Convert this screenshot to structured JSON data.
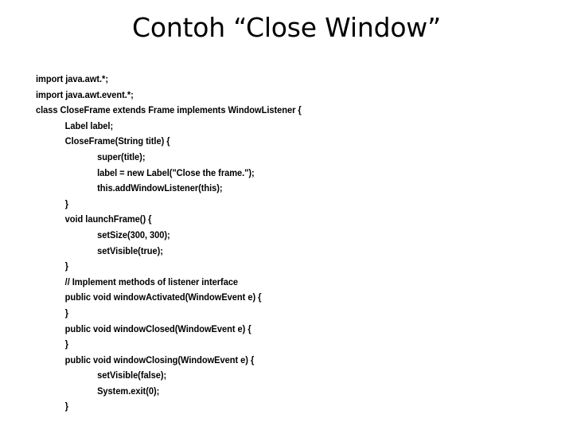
{
  "slide": {
    "title": "Contoh “Close Window”",
    "background_color": "#ffffff",
    "text_color": "#000000"
  },
  "code": {
    "language": "java",
    "lines": [
      {
        "indent": 0,
        "text": "import java.awt.*;"
      },
      {
        "indent": 0,
        "text": "import java.awt.event.*;"
      },
      {
        "indent": 0,
        "text": "class CloseFrame extends Frame implements WindowListener {"
      },
      {
        "indent": 1,
        "text": "Label label;"
      },
      {
        "indent": 1,
        "text": "CloseFrame(String title) {"
      },
      {
        "indent": 2,
        "text": "super(title);"
      },
      {
        "indent": 2,
        "text": "label = new Label(\"Close the frame.\");"
      },
      {
        "indent": 2,
        "text": "this.addWindowListener(this);"
      },
      {
        "indent": 1,
        "text": "}"
      },
      {
        "indent": 1,
        "text": "void launchFrame() {"
      },
      {
        "indent": 2,
        "text": "setSize(300, 300);"
      },
      {
        "indent": 2,
        "text": "setVisible(true);"
      },
      {
        "indent": 1,
        "text": "}"
      },
      {
        "indent": 1,
        "text": "// Implement methods of listener interface"
      },
      {
        "indent": 1,
        "text": "public void windowActivated(WindowEvent e) {"
      },
      {
        "indent": 1,
        "text": "}"
      },
      {
        "indent": 1,
        "text": "public void windowClosed(WindowEvent e) {"
      },
      {
        "indent": 1,
        "text": "}"
      },
      {
        "indent": 1,
        "text": "public void windowClosing(WindowEvent e) {"
      },
      {
        "indent": 2,
        "text": "setVisible(false);"
      },
      {
        "indent": 2,
        "text": "System.exit(0);"
      },
      {
        "indent": 1,
        "text": "}"
      }
    ]
  }
}
